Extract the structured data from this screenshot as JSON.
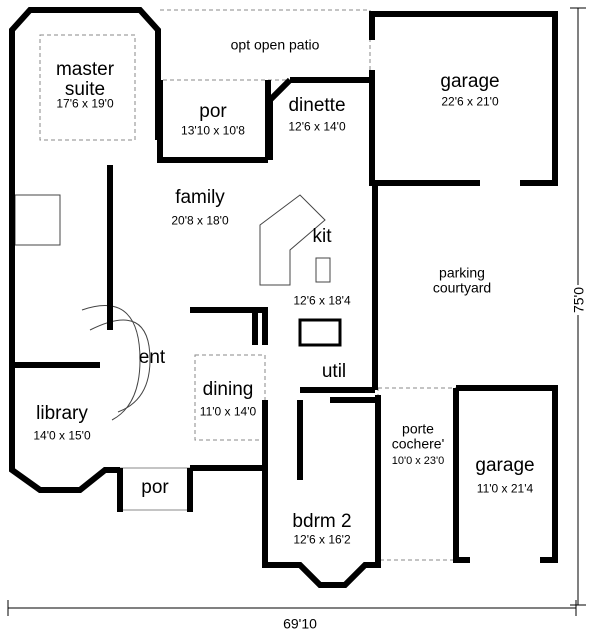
{
  "plan": {
    "overall_depth": "75'0",
    "overall_width": "69'10",
    "rooms": {
      "patio": {
        "name": "opt open patio"
      },
      "master": {
        "name_line1": "master",
        "name_line2": "suite",
        "dims": "17'6 x 19'0"
      },
      "por_rear": {
        "name": "por",
        "dims": "13'10 x 10'8"
      },
      "dinette": {
        "name": "dinette",
        "dims": "12'6 x 14'0"
      },
      "garage_main": {
        "name": "garage",
        "dims": "22'6 x 21'0"
      },
      "family": {
        "name": "family",
        "dims": "20'8 x 18'0"
      },
      "kitchen": {
        "name": "kit",
        "dims": "12'6 x 18'4"
      },
      "parking": {
        "name_line1": "parking",
        "name_line2": "courtyard"
      },
      "entry": {
        "name": "ent"
      },
      "dining": {
        "name": "dining",
        "dims": "11'0 x 14'0"
      },
      "utility": {
        "name": "util"
      },
      "library": {
        "name": "library",
        "dims": "14'0 x 15'0"
      },
      "porte_cochere": {
        "name_line1": "porte",
        "name_line2": "cochere'",
        "dims": "10'0 x 23'0"
      },
      "garage_side": {
        "name": "garage",
        "dims": "11'0 x 21'4"
      },
      "por_front": {
        "name": "por"
      },
      "bedroom2": {
        "name": "bdrm 2",
        "dims": "12'6 x 16'2"
      }
    }
  }
}
